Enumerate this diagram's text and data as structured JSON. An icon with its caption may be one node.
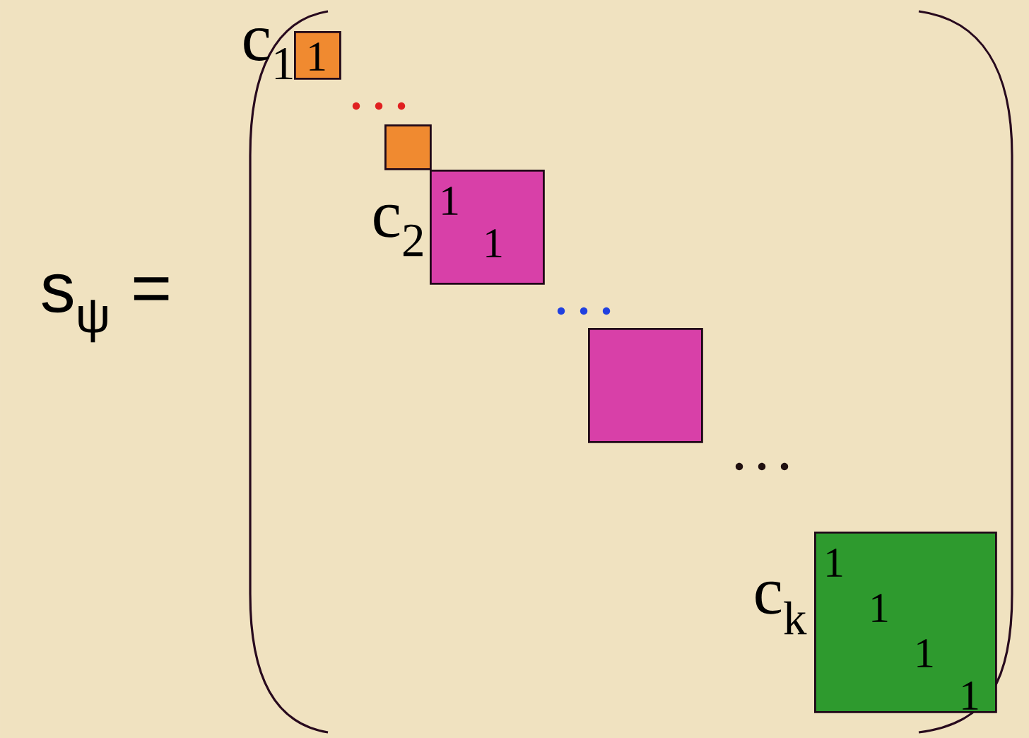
{
  "diagram": {
    "nodes": [
      {
        "text": [
          "1"
        ],
        "beside": [
          "c$_{1}$"
        ]
      },
      {
        "text": [],
        "shape": "box"
      },
      {
        "text": [
          "1",
          "1"
        ],
        "beside": [
          "c$_{2}$"
        ]
      },
      {
        "text": [],
        "shape": "box"
      },
      {
        "text": [
          "1",
          "1",
          "1",
          "1"
        ],
        "beside": [
          "c$_{k}$"
        ]
      }
    ],
    "edges": [],
    "labels": [
      "s$_{ψ}$ ="
    ]
  }
}
